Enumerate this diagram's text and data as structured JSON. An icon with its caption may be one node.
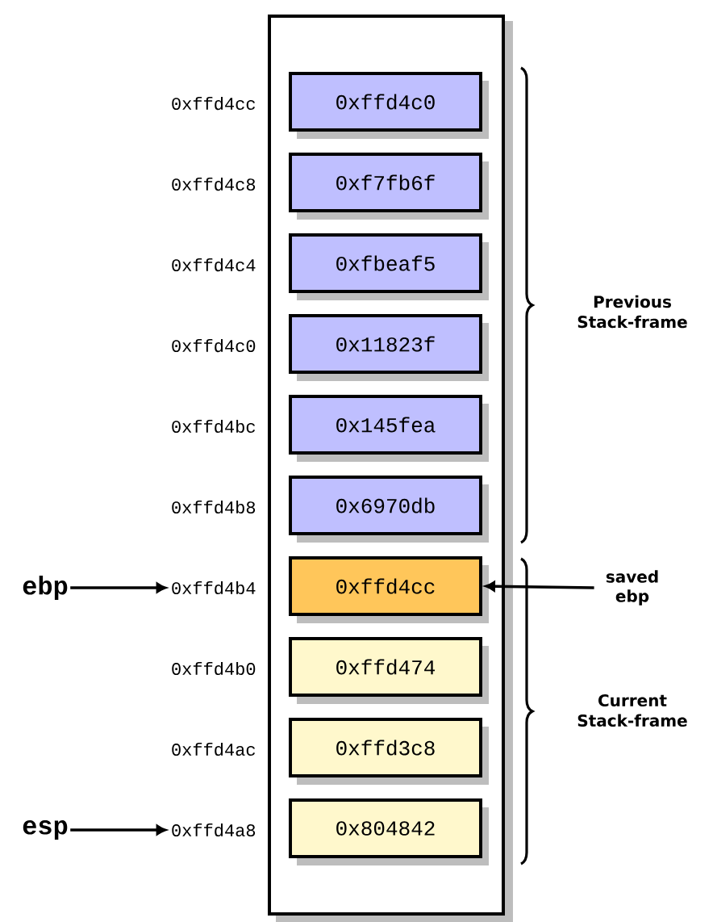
{
  "diagram": {
    "nodes": [
      {
        "text": [],
        "shape": "box"
      },
      {
        "text": [
          "0xffd4c0"
        ],
        "in": 0
      },
      {
        "text": [
          "0xf7fb6f"
        ],
        "in": 0
      },
      {
        "text": [
          "0xfbeaf5"
        ],
        "in": 0
      },
      {
        "text": [
          "0x11823f"
        ],
        "in": 0
      },
      {
        "text": [
          "0x145fea"
        ],
        "in": 0
      },
      {
        "text": [
          "0x6970db"
        ],
        "in": 0
      },
      {
        "text": [
          "0xffd4cc"
        ],
        "in": 0
      },
      {
        "text": [
          "0xffd474"
        ],
        "in": 0
      },
      {
        "text": [
          "0xffd3c8"
        ],
        "in": 0
      },
      {
        "text": [
          "0x804842"
        ],
        "in": 0
      },
      {
        "text": [
          "ebp"
        ]
      },
      {
        "text": [
          "0xffd4b4"
        ]
      },
      {
        "text": [
          "saved ebp"
        ]
      },
      {
        "text": [
          "esp"
        ]
      },
      {
        "text": [
          "0xffd4a8"
        ]
      }
    ],
    "edges": [
      {
        "from": 11,
        "to": 12,
        "arrow": "to"
      },
      {
        "from": 13,
        "to": 7,
        "arrow": "to"
      },
      {
        "from": 14,
        "to": 15,
        "arrow": "to"
      }
    ],
    "labels": [
      "0xffd4cc",
      "0xffd4c8",
      "0xffd4c4",
      "Previous Stack-frame",
      "0xffd4c0",
      "0xffd4bc",
      "0xffd4b8",
      "0xffd4b0",
      "Current Stack-frame",
      "0xffd4ac"
    ]
  }
}
